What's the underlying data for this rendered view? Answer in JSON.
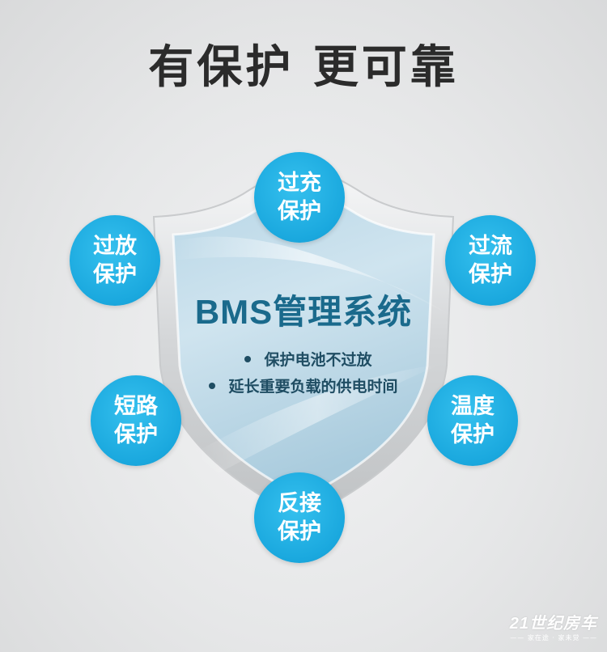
{
  "title": "有保护 更可靠",
  "shield": {
    "heading": "BMS管理系统",
    "bullets": [
      "保护电池不过放",
      "延长重要负载的供电时间"
    ]
  },
  "features": [
    {
      "line1": "过充",
      "line2": "保护"
    },
    {
      "line1": "过放",
      "line2": "保护"
    },
    {
      "line1": "过流",
      "line2": "保护"
    },
    {
      "line1": "短路",
      "line2": "保护"
    },
    {
      "line1": "温度",
      "line2": "保护"
    },
    {
      "line1": "反接",
      "line2": "保护"
    }
  ],
  "watermark": {
    "main": "21世纪房车",
    "sub": "—— 家在途 · 家未觉 ——"
  },
  "colors": {
    "circle": "#1aa8de",
    "heading": "#1a6a8c",
    "title": "#2b2b2b"
  }
}
